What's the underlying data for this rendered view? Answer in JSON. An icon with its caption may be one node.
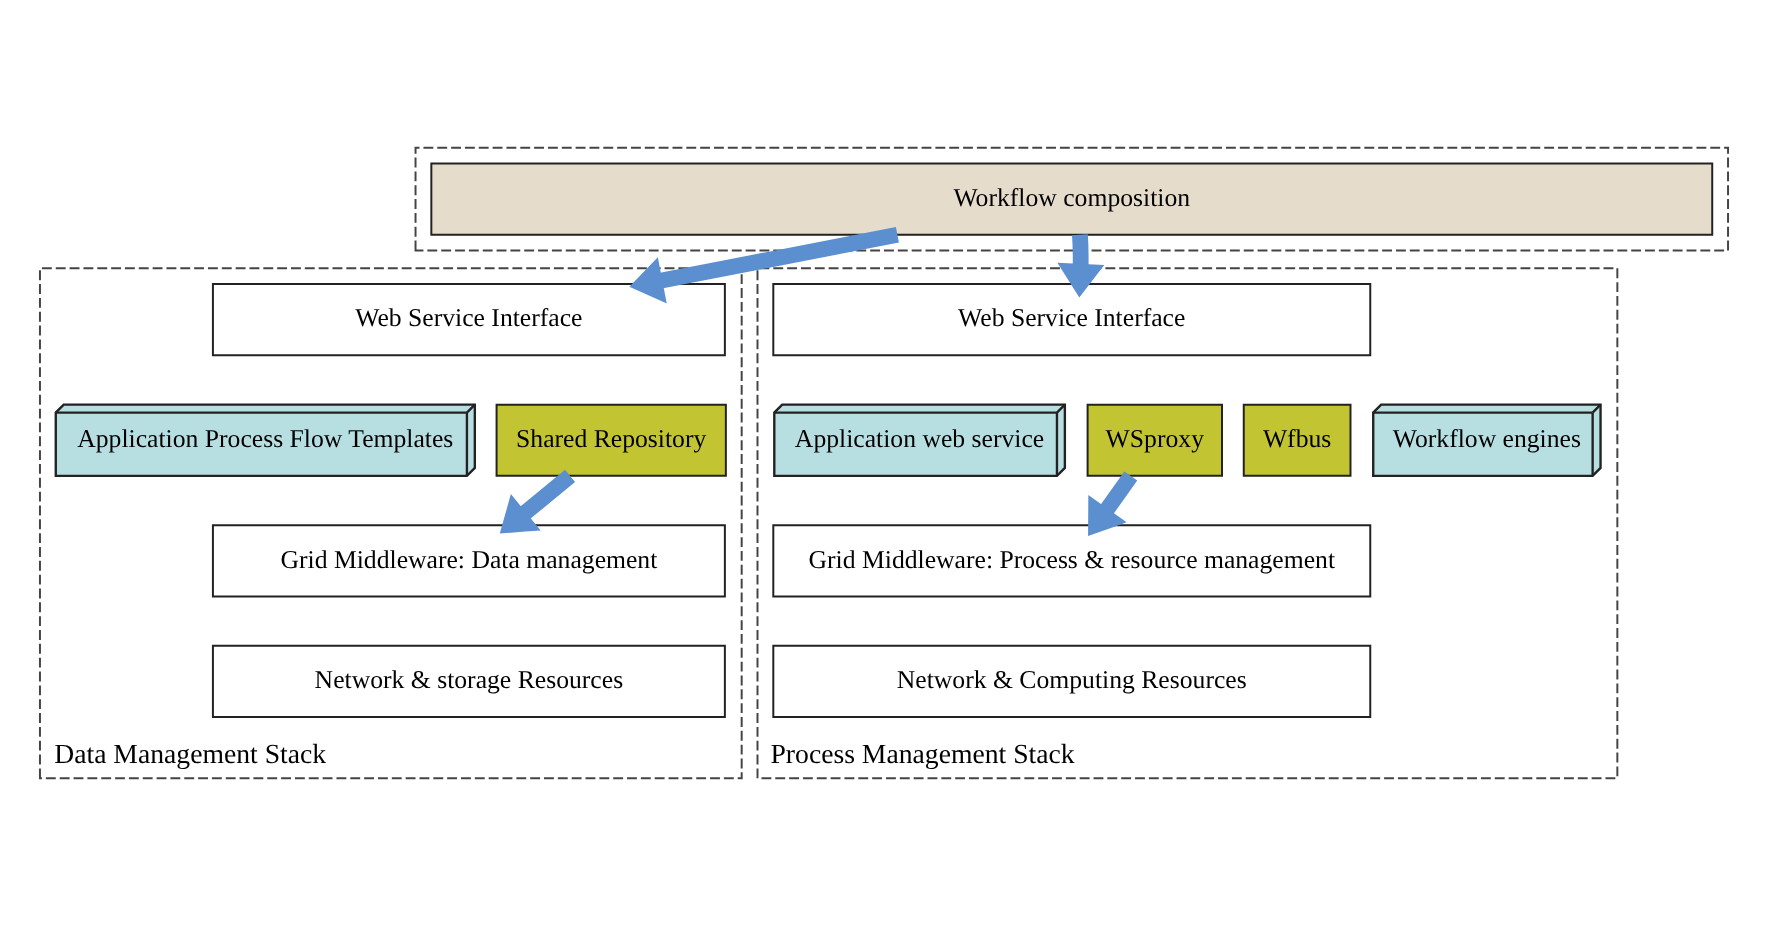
{
  "diagram": {
    "nodes": [
      {
        "text": [],
        "shape": "box"
      },
      {
        "text": [
          "Workflow composition"
        ],
        "in": 0
      },
      {
        "text": [
          "Data Management Stack"
        ]
      },
      {
        "text": [
          "Web Service Interface"
        ],
        "in": 2
      },
      {
        "text": [
          "Application Process Flow Templates"
        ],
        "in": 2
      },
      {
        "text": [
          "Shared Repository"
        ],
        "in": 2
      },
      {
        "text": [
          "Grid Middleware: Data management"
        ],
        "in": 2
      },
      {
        "text": [
          "Network & storage Resources"
        ],
        "in": 2
      },
      {
        "text": [
          "Process Management Stack"
        ]
      },
      {
        "text": [
          "Web Service Interface"
        ],
        "in": 8
      },
      {
        "text": [
          "Application web service"
        ],
        "in": 8
      },
      {
        "text": [
          "WSproxy"
        ],
        "in": 8
      },
      {
        "text": [
          "Wfbus"
        ],
        "in": 8
      },
      {
        "text": [
          "Workflow engines"
        ],
        "in": 8
      },
      {
        "text": [
          "Grid Middleware: Process & resource management"
        ],
        "in": 8
      },
      {
        "text": [
          "Network & Computing Resources"
        ],
        "in": 8
      }
    ],
    "edges": [
      {
        "from": 1,
        "to": 3,
        "arrow": "to"
      },
      {
        "from": 1,
        "to": 9,
        "arrow": "to"
      },
      {
        "from": 5,
        "to": 6,
        "arrow": "to"
      },
      {
        "from": 11,
        "to": 14,
        "arrow": "to"
      }
    ]
  }
}
